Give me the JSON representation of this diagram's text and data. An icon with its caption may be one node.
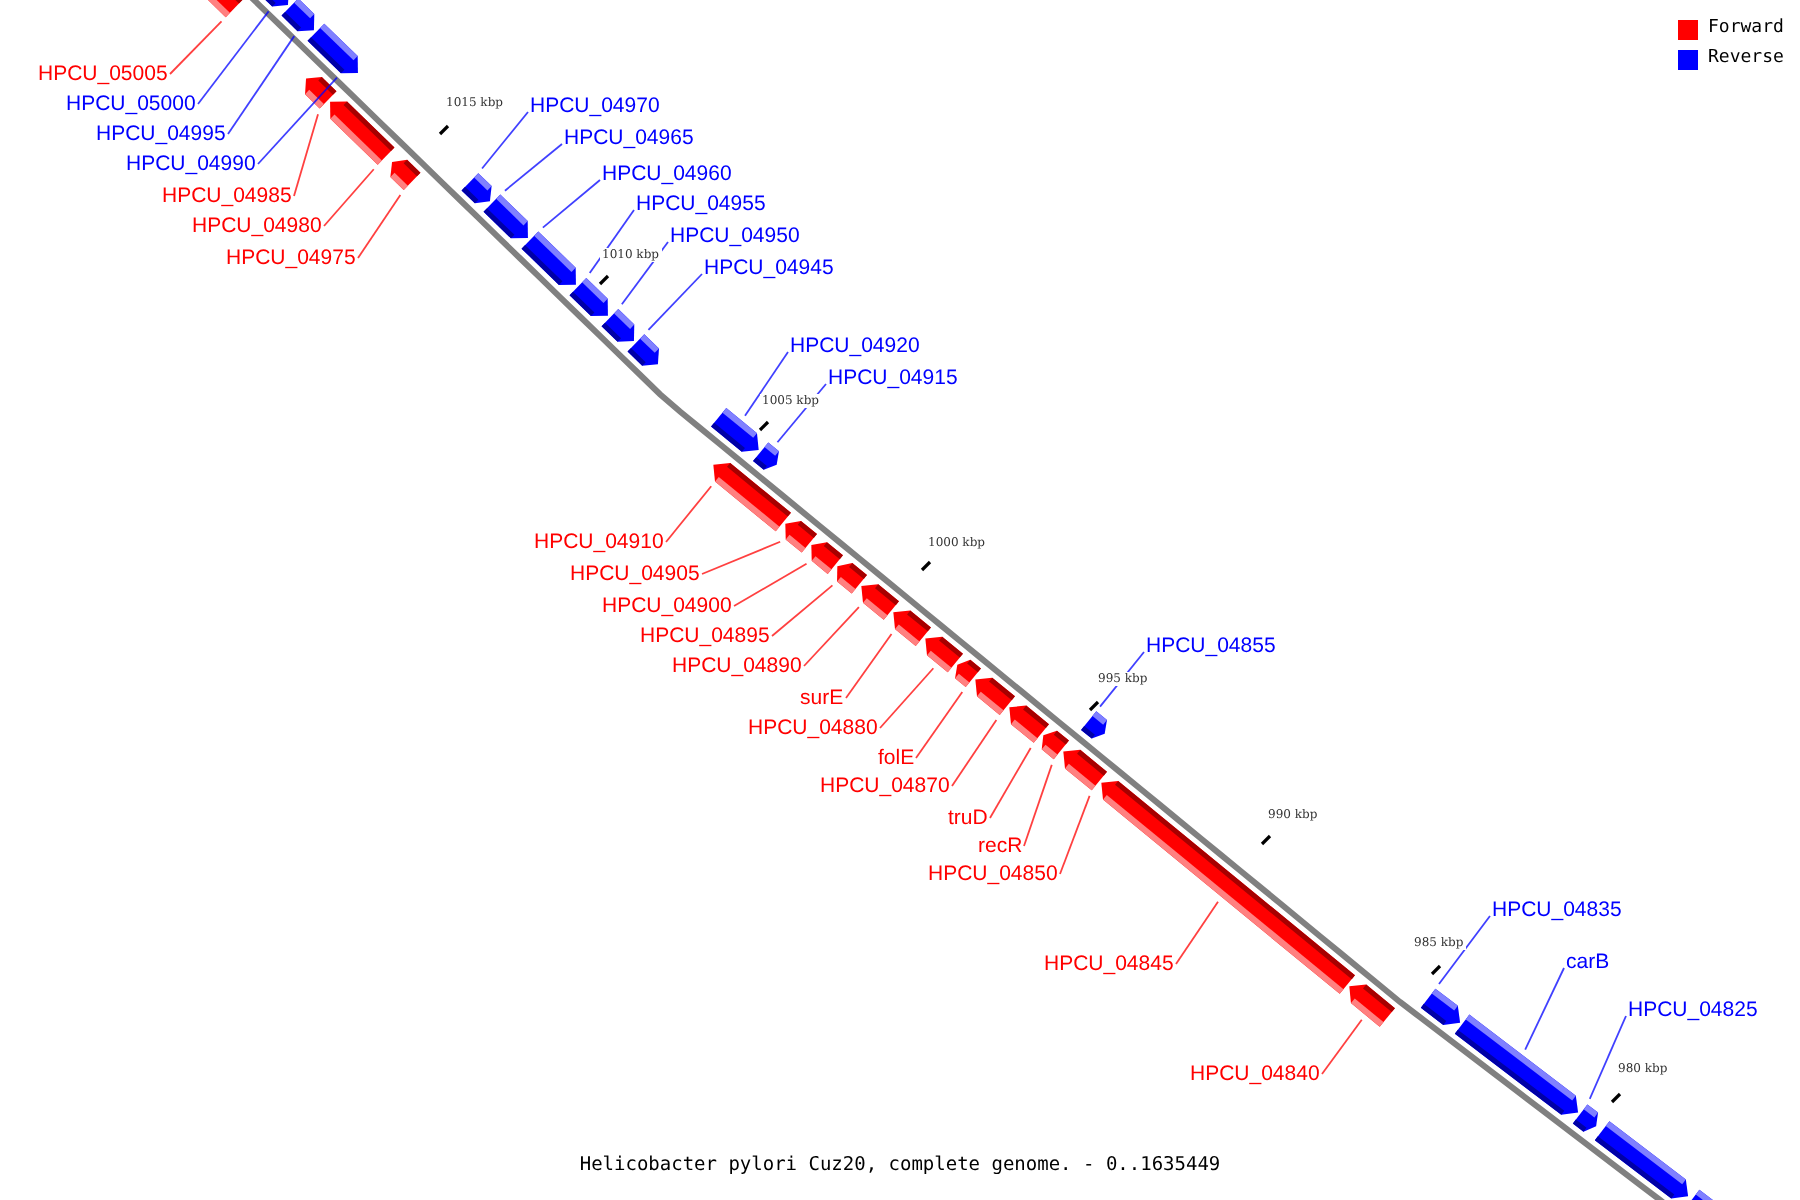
{
  "diagram": {
    "caption": "Helicobacter pylori Cuz20, complete genome. - 0..1635449",
    "nodes": [
      {
        "text": [
          "HPCU_05005"
        ]
      },
      {
        "text": [],
        "shape": "bar"
      },
      {
        "text": [
          "HPCU_05000"
        ]
      },
      {
        "text": [],
        "shape": "bar"
      },
      {
        "text": [
          "HPCU_04995"
        ]
      },
      {
        "text": [],
        "shape": "bar"
      },
      {
        "text": [
          "HPCU_04990"
        ]
      },
      {
        "text": [],
        "shape": "bar"
      },
      {
        "text": [
          "HPCU_04985"
        ]
      },
      {
        "text": [],
        "shape": "bar"
      },
      {
        "text": [
          "HPCU_04980"
        ]
      },
      {
        "text": [],
        "shape": "bar"
      },
      {
        "text": [
          "HPCU_04975"
        ]
      },
      {
        "text": [],
        "shape": "bar"
      },
      {
        "text": [
          "HPCU_04970"
        ]
      },
      {
        "text": [],
        "shape": "bar"
      },
      {
        "text": [
          "HPCU_04965"
        ]
      },
      {
        "text": [],
        "shape": "bar"
      },
      {
        "text": [
          "HPCU_04960"
        ]
      },
      {
        "text": [],
        "shape": "bar"
      },
      {
        "text": [
          "HPCU_04955"
        ]
      },
      {
        "text": [],
        "shape": "bar"
      },
      {
        "text": [
          "HPCU_04950"
        ]
      },
      {
        "text": [],
        "shape": "bar"
      },
      {
        "text": [
          "HPCU_04945"
        ]
      },
      {
        "text": [],
        "shape": "bar"
      },
      {
        "text": [
          "HPCU_04920"
        ]
      },
      {
        "text": [],
        "shape": "bar"
      },
      {
        "text": [
          "HPCU_04915"
        ]
      },
      {
        "text": [],
        "shape": "bar"
      },
      {
        "text": [
          "HPCU_04910"
        ]
      },
      {
        "text": [],
        "shape": "bar"
      },
      {
        "text": [
          "HPCU_04905"
        ]
      },
      {
        "text": [],
        "shape": "bar"
      },
      {
        "text": [
          "HPCU_04900"
        ]
      },
      {
        "text": [],
        "shape": "bar"
      },
      {
        "text": [
          "HPCU_04895"
        ]
      },
      {
        "text": [],
        "shape": "bar"
      },
      {
        "text": [
          "HPCU_04890"
        ]
      },
      {
        "text": [],
        "shape": "bar"
      },
      {
        "text": [
          "surE"
        ]
      },
      {
        "text": [],
        "shape": "bar"
      },
      {
        "text": [
          "HPCU_04880"
        ]
      },
      {
        "text": [],
        "shape": "bar"
      },
      {
        "text": [
          "folE"
        ]
      },
      {
        "text": [],
        "shape": "bar"
      },
      {
        "text": [
          "HPCU_04870"
        ]
      },
      {
        "text": [],
        "shape": "bar"
      },
      {
        "text": [
          "truD"
        ]
      },
      {
        "text": [],
        "shape": "bar"
      },
      {
        "text": [
          "recR"
        ]
      },
      {
        "text": [],
        "shape": "bar"
      },
      {
        "text": [
          "HPCU_04850"
        ]
      },
      {
        "text": [],
        "shape": "bar"
      },
      {
        "text": [
          "HPCU_04855"
        ]
      },
      {
        "text": [],
        "shape": "bar"
      },
      {
        "text": [
          "HPCU_04845"
        ]
      },
      {
        "text": [],
        "shape": "bar"
      },
      {
        "text": [
          "HPCU_04840"
        ]
      },
      {
        "text": [],
        "shape": "bar"
      },
      {
        "text": [
          "HPCU_04835"
        ]
      },
      {
        "text": [],
        "shape": "bar"
      },
      {
        "text": [
          "carB"
        ]
      },
      {
        "text": [],
        "shape": "bar"
      },
      {
        "text": [
          "HPCU_04825"
        ]
      },
      {
        "text": [],
        "shape": "bar"
      },
      {
        "text": [],
        "shape": "bar"
      },
      {
        "text": [],
        "shape": "bar"
      }
    ],
    "edges": [
      {
        "from": 0,
        "to": 1,
        "arrow": "none"
      },
      {
        "from": 2,
        "to": 3,
        "arrow": "none",
        "color": "#0000ff"
      },
      {
        "from": 4,
        "to": 5,
        "arrow": "none",
        "color": "#0000ff"
      },
      {
        "from": 6,
        "to": 7,
        "arrow": "none",
        "color": "#0000ff"
      },
      {
        "from": 8,
        "to": 9,
        "arrow": "none"
      },
      {
        "from": 10,
        "to": 11,
        "arrow": "none"
      },
      {
        "from": 12,
        "to": 13,
        "arrow": "none"
      },
      {
        "from": 14,
        "to": 15,
        "arrow": "none",
        "color": "#0000ff"
      },
      {
        "from": 16,
        "to": 17,
        "arrow": "none",
        "color": "#0000ff"
      },
      {
        "from": 18,
        "to": 19,
        "arrow": "none",
        "color": "#0000ff"
      },
      {
        "from": 20,
        "to": 21,
        "arrow": "none",
        "color": "#0000ff"
      },
      {
        "from": 22,
        "to": 23,
        "arrow": "none",
        "color": "#0000ff"
      },
      {
        "from": 24,
        "to": 25,
        "arrow": "none",
        "color": "#0000ff"
      },
      {
        "from": 26,
        "to": 27,
        "arrow": "none",
        "color": "#0000ff"
      },
      {
        "from": 28,
        "to": 29,
        "arrow": "none",
        "color": "#0000ff"
      },
      {
        "from": 30,
        "to": 31,
        "arrow": "none"
      },
      {
        "from": 32,
        "to": 33,
        "arrow": "none"
      },
      {
        "from": 34,
        "to": 35,
        "arrow": "none"
      },
      {
        "from": 36,
        "to": 37,
        "arrow": "none"
      },
      {
        "from": 38,
        "to": 39,
        "arrow": "none"
      },
      {
        "from": 40,
        "to": 41,
        "arrow": "none"
      },
      {
        "from": 42,
        "to": 43,
        "arrow": "none"
      },
      {
        "from": 44,
        "to": 45,
        "arrow": "none"
      },
      {
        "from": 46,
        "to": 47,
        "arrow": "none"
      },
      {
        "from": 48,
        "to": 49,
        "arrow": "none"
      },
      {
        "from": 50,
        "to": 51,
        "arrow": "none"
      },
      {
        "from": 52,
        "to": 53,
        "arrow": "none"
      },
      {
        "from": 54,
        "to": 55,
        "arrow": "none",
        "color": "#0000ff"
      },
      {
        "from": 56,
        "to": 57,
        "arrow": "none"
      },
      {
        "from": 58,
        "to": 59,
        "arrow": "none"
      },
      {
        "from": 60,
        "to": 61,
        "arrow": "none",
        "color": "#0000ff"
      },
      {
        "from": 62,
        "to": 63,
        "arrow": "none",
        "color": "#0000ff"
      },
      {
        "from": 64,
        "to": 65,
        "arrow": "none",
        "color": "#0000ff"
      }
    ],
    "labels": [
      "1015 kbp",
      "1010 kbp",
      "1005 kbp",
      "1000 kbp",
      "995 kbp",
      "990 kbp",
      "985 kbp",
      "980 kbp"
    ],
    "legend": [
      {
        "text": "Forward",
        "color": "#ff0000"
      },
      {
        "text": "Reverse",
        "color": "#0000ff"
      }
    ]
  }
}
